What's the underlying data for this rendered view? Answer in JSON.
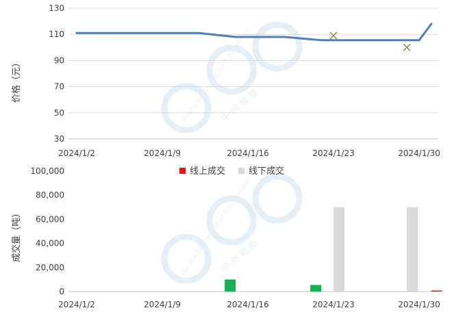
{
  "chart_data": [
    {
      "type": "line",
      "ylabel": "价格（元）",
      "ylim": [
        30,
        130
      ],
      "yticks": [
        "30",
        "50",
        "70",
        "90",
        "110",
        "130"
      ],
      "xticks": [
        "2024/1/2",
        "2024/1/9",
        "2024/1/16",
        "2024/1/23",
        "2024/1/30"
      ],
      "grid": true,
      "line_color": "#4f7fbf",
      "marker_color": "#8c8c5a",
      "series": [
        {
          "type": "line",
          "x": [
            "2024/1/2",
            "2024/1/12",
            "2024/1/15",
            "2024/1/19",
            "2024/1/22",
            "2024/1/29",
            "2024/1/30",
            "2024/1/31"
          ],
          "values": [
            111,
            111,
            108,
            108,
            105.5,
            105.5,
            105.5,
            118
          ]
        },
        {
          "type": "scatter",
          "marker": "x",
          "x": [
            "2024/1/23",
            "2024/1/29"
          ],
          "values": [
            109,
            100
          ]
        }
      ]
    },
    {
      "type": "bar",
      "ylabel": "成交量（吨）",
      "ylim": [
        0,
        100000
      ],
      "yticks": [
        "0",
        "20,000",
        "40,000",
        "60,000",
        "80,000",
        "100,000"
      ],
      "xticks": [
        "2024/1/2",
        "2024/1/9",
        "2024/1/16",
        "2024/1/23",
        "2024/1/30"
      ],
      "legend": "top-center",
      "series": [
        {
          "name": "线上成交",
          "color": "#e8151b",
          "x": [
            "2024/1/31"
          ],
          "values": [
            300
          ]
        },
        {
          "name": "线下成交",
          "color": "#d9d9d9",
          "x": [
            "2024/1/23",
            "2024/1/29"
          ],
          "values": [
            70000,
            70000
          ]
        },
        {
          "color": "#1aaf54",
          "x": [
            "2024/1/15",
            "2024/1/22"
          ],
          "values": [
            10000,
            5500
          ]
        }
      ]
    }
  ],
  "watermark": {
    "brand": "中 创 碳 投",
    "latin": "SinoCarbon  Innovation & Investment"
  }
}
